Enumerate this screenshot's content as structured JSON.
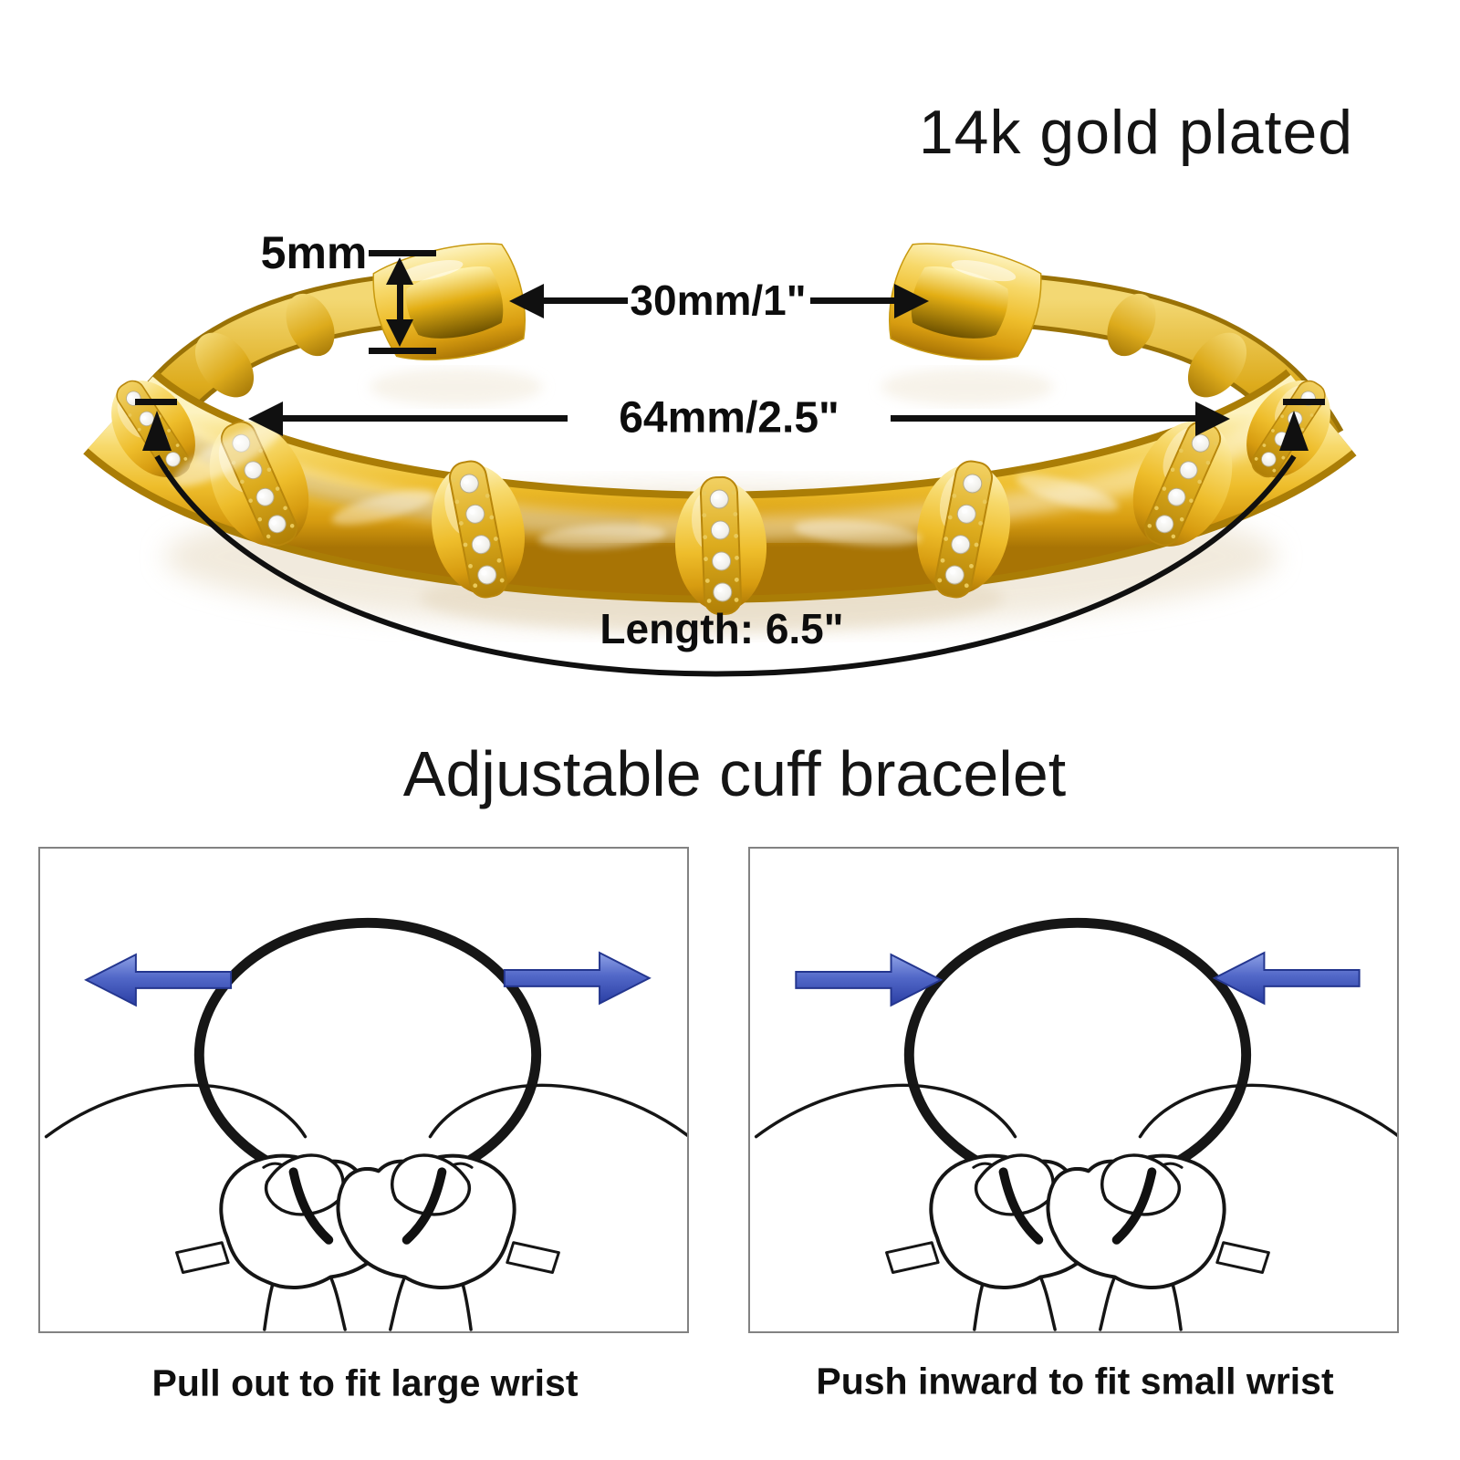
{
  "header": {
    "material_label": "14k gold plated"
  },
  "measurements": {
    "band_width": "5mm",
    "opening": "30mm/1\"",
    "inner_diameter": "64mm/2.5\"",
    "length": "Length: 6.5\""
  },
  "section": {
    "title": "Adjustable cuff bracelet"
  },
  "diagrams": {
    "left": {
      "caption": "Pull out to fit large wrist",
      "arrow_direction": "outward"
    },
    "right": {
      "caption": "Push inward to fit small wrist",
      "arrow_direction": "inward"
    }
  },
  "colors": {
    "gold_highlight": "#fdf3c0",
    "gold_mid": "#eebd2b",
    "gold_deep": "#b77f06",
    "annotation_black": "#101010",
    "arrow_blue_light": "#8fa2e6",
    "arrow_blue_dark": "#2b3fa4",
    "box_border": "#828282",
    "background": "#ffffff"
  }
}
